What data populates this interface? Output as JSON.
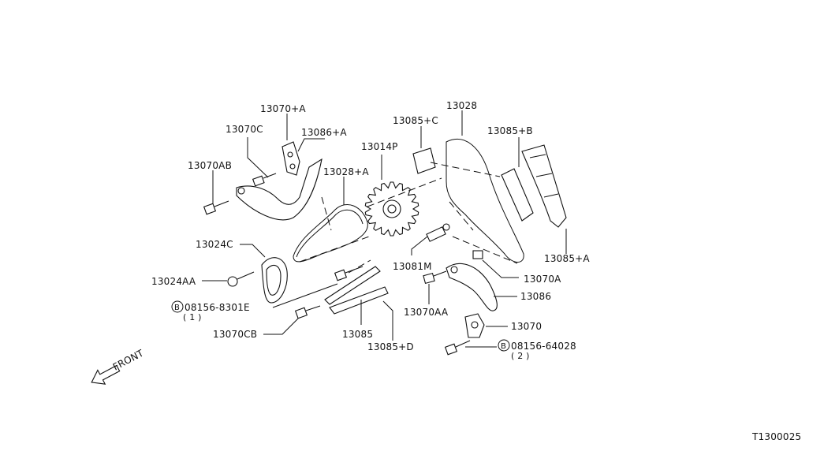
{
  "labels": {
    "p13070_a": "13070+A",
    "p13070c": "13070C",
    "p13086_a": "13086+A",
    "p13070ab": "13070AB",
    "p13028_a": "13028+A",
    "p13014p": "13014P",
    "p13085_c": "13085+C",
    "p13028": "13028",
    "p13085_b": "13085+B",
    "p13024c": "13024C",
    "p13024aa": "13024AA",
    "p08156_8301e": "08156-8301E",
    "p08156_8301e_qty": "( 1 )",
    "p13070cb": "13070CB",
    "p13085": "13085",
    "p13085_d": "13085+D",
    "p13081m": "13081M",
    "p13070aa": "13070AA",
    "p13070a": "13070A",
    "p13086": "13086",
    "p13070": "13070",
    "p08156_64028": "08156-64028",
    "p08156_64028_qty": "( 2 )",
    "p13085_a": "13085+A",
    "front": "FRONT",
    "bolt_marker": "B",
    "diagram_id": "T1300025"
  }
}
